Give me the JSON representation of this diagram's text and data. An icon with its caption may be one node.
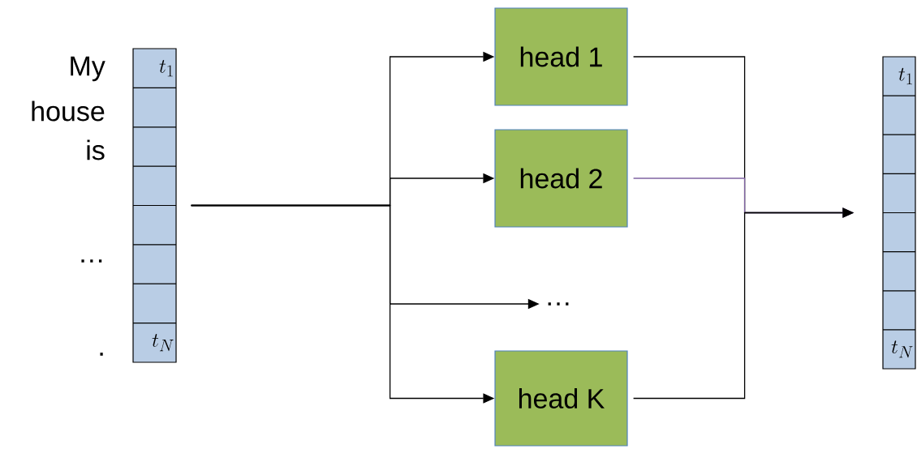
{
  "diagram": {
    "nodes": [
      {
        "text": [
          "t_1",
          "t_N"
        ]
      },
      {
        "text": [
          "head 1"
        ]
      },
      {
        "text": [
          "head 2"
        ]
      },
      {
        "text": [
          "…"
        ]
      },
      {
        "text": [
          "head K"
        ]
      },
      {
        "text": [
          "t_1",
          "t_N"
        ]
      }
    ],
    "edges": [
      {
        "from": 0,
        "to": 1,
        "arrow": "to"
      },
      {
        "from": 0,
        "to": 2,
        "arrow": "to"
      },
      {
        "from": 0,
        "to": 3,
        "arrow": "to"
      },
      {
        "from": 0,
        "to": 4,
        "arrow": "to"
      },
      {
        "from": 1,
        "to": 5,
        "arrow": "to"
      },
      {
        "from": 2,
        "to": 5,
        "arrow": "to",
        "color": "#8064a2"
      },
      {
        "from": 4,
        "to": 5,
        "arrow": "to"
      }
    ],
    "labels": [
      "My",
      "house",
      "is",
      "…",
      "."
    ]
  }
}
